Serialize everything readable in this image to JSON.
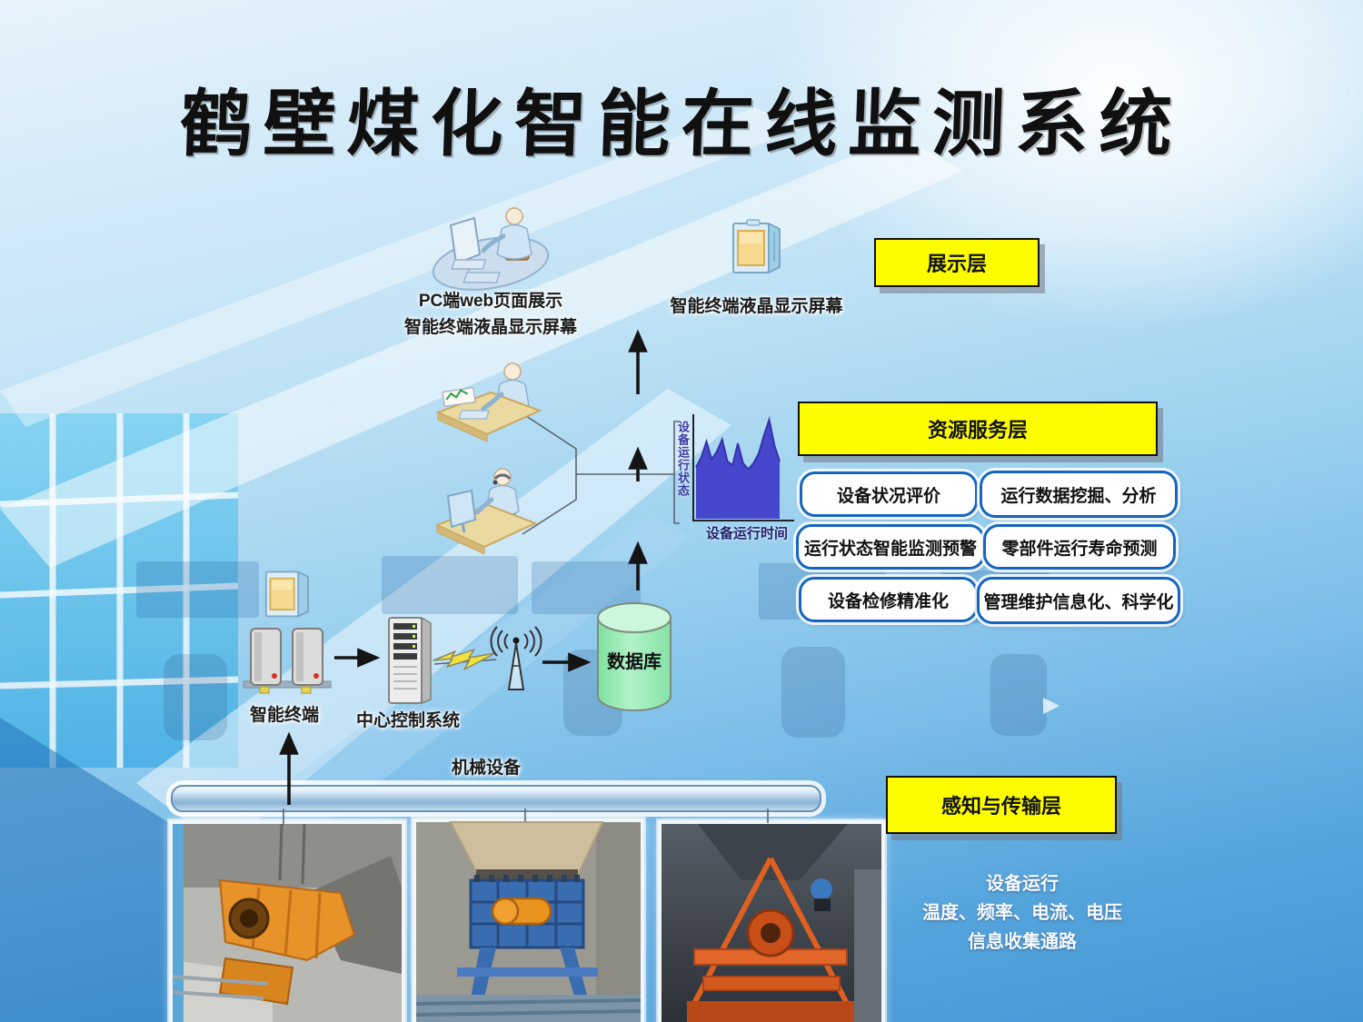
{
  "title": "鹤壁煤化智能在线监测系统",
  "display_layer": {
    "box_label": "展示层",
    "pc_caption_line1": "PC端web页面展示",
    "pc_caption_line2": "智能终端液晶显示屏幕",
    "terminal_caption": "智能终端液晶显示屏幕"
  },
  "service_layer": {
    "box_label": "资源服务层",
    "capabilities": [
      "设备状况评价",
      "运行数据挖掘、分析",
      "运行状态智能监测预警",
      "零部件运行寿命预测",
      "设备检修精准化",
      "管理维护信息化、科学化"
    ]
  },
  "data_flow": {
    "database_label": "数据库",
    "smart_terminal_label": "智能终端",
    "control_system_label": "中心控制系统",
    "machinery_label": "机械设备"
  },
  "sensing_layer": {
    "box_label": "感知与传输层",
    "note_line1": "设备运行",
    "note_line2": "温度、频率、电流、电压",
    "note_line3": "信息收集通路"
  },
  "chart_data": {
    "type": "area",
    "xlabel": "设备运行时间",
    "ylabel": "设备运行状态",
    "x": [
      0,
      1,
      2,
      3,
      4,
      5,
      6,
      7,
      8,
      9,
      10,
      11,
      12,
      13,
      14,
      15,
      16
    ],
    "series": [
      {
        "name": "设备运行状态",
        "values": [
          52,
          62,
          78,
          60,
          68,
          80,
          58,
          54,
          76,
          56,
          50,
          56,
          66,
          84,
          100,
          74,
          58
        ]
      }
    ],
    "ylim": [
      0,
      100
    ],
    "grid": false,
    "legend": false
  },
  "colors": {
    "layer_box_bg": "#fdfd00",
    "layer_box_border": "#111111",
    "capability_border": "#1565c0",
    "capability_bg": "#ffffff",
    "database_fill": "#90ee90",
    "arrow_color": "#141414",
    "chart_fill": "#4646cc",
    "chart_line": "#3333aa",
    "title_color": "#101010"
  }
}
